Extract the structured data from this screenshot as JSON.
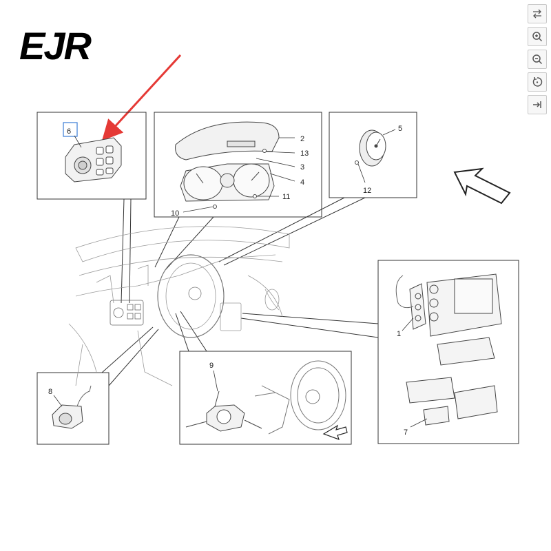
{
  "logo": {
    "text": "EJR",
    "color": "#000000"
  },
  "arrow_color": "#e53935",
  "toolbar": [
    {
      "name": "swap-icon"
    },
    {
      "name": "zoom-in-icon"
    },
    {
      "name": "zoom-out-icon"
    },
    {
      "name": "rotate-icon"
    },
    {
      "name": "next-icon"
    }
  ],
  "callouts": {
    "c1": "1",
    "c2": "2",
    "c3": "3",
    "c4": "4",
    "c5": "5",
    "c6": "6",
    "c7": "7",
    "c8": "8",
    "c9": "9",
    "c10": "10",
    "c11": "11",
    "c12": "12",
    "c13": "13"
  },
  "highlight_color": "#3a7bd5"
}
